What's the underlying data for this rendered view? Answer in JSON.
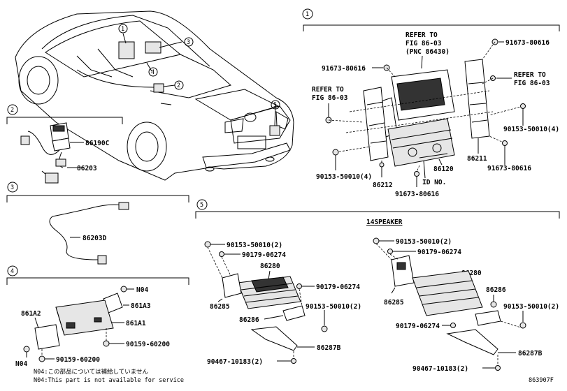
{
  "callouts": {
    "c1": "1",
    "c2": "2",
    "c3": "3",
    "c4": "4",
    "c5": "5"
  },
  "section1": {
    "refer_top": [
      "REFER TO",
      "FIG 86-03",
      "(PNC 86430)"
    ],
    "refer_left": [
      "REFER TO",
      "FIG 86-03"
    ],
    "refer_right": [
      "REFER TO",
      "FIG 86-03"
    ],
    "labels": {
      "screw_tl": "91673-80616",
      "screw_tr": "91673-80616",
      "bolt_r": "90153-50010(4)",
      "bracket_r": "86211",
      "screw_r": "91673-80616",
      "bolt_l": "90153-50010(4)",
      "bracket_l": "86212",
      "unit": "86120",
      "id_no": "ID NO.",
      "screw_b": "91673-80616"
    }
  },
  "section2": {
    "labels": {
      "switch": "86190C",
      "wire": "86203"
    }
  },
  "section3": {
    "labels": {
      "antenna": "86203D"
    }
  },
  "section4": {
    "labels": {
      "n04_top": "N04",
      "bracket_a3": "861A3",
      "bracket_a2": "861A2",
      "unit_a1": "861A1",
      "bolt_1": "90159-60200",
      "bolt_2": "90159-60200",
      "n04_bottom": "N04"
    },
    "notes": [
      "N04:この部品については補給していません",
      "N04:This part is not available for service"
    ]
  },
  "section5": {
    "header": "14SPEAKER",
    "left": {
      "bolt_top": "90153-50010(2)",
      "nut_top": "90179-06274",
      "amp": "86280",
      "nut_r": "90179-06274",
      "bracket": "86285",
      "bolt_r": "90153-50010(2)",
      "stay": "86286",
      "bracket_b": "86287B",
      "clip": "90467-10183(2)"
    },
    "right": {
      "bolt_top": "90153-50010(2)",
      "nut_top": "90179-06274",
      "amp": "86280",
      "stay": "86286",
      "bracket": "86285",
      "bolt_r": "90153-50010(2)",
      "nut_b": "90179-06274",
      "bracket_b": "86287B",
      "clip": "90467-10183(2)"
    }
  },
  "figure_id": "863907F"
}
